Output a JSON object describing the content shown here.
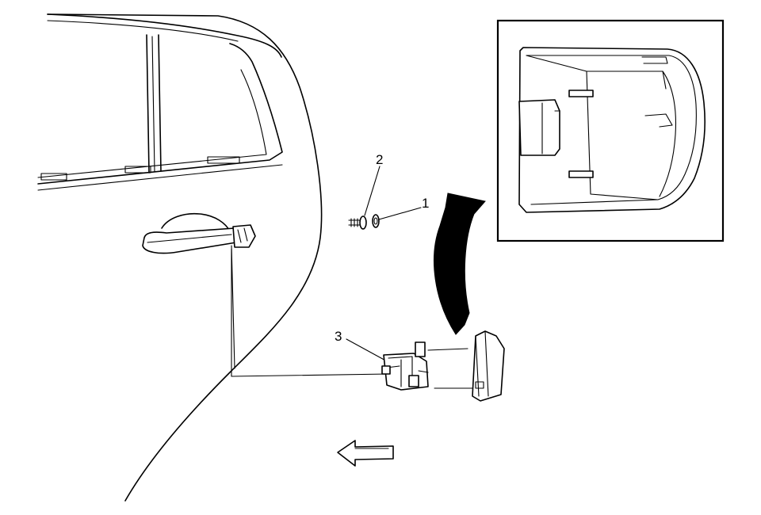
{
  "callouts": {
    "fastener_washer": "1",
    "fastener_bolt": "2",
    "handle_bracket": "3"
  },
  "icons": {
    "direction_arrow": "front-direction-arrow-icon",
    "rotate_arrow": "curved-arrow-icon"
  }
}
